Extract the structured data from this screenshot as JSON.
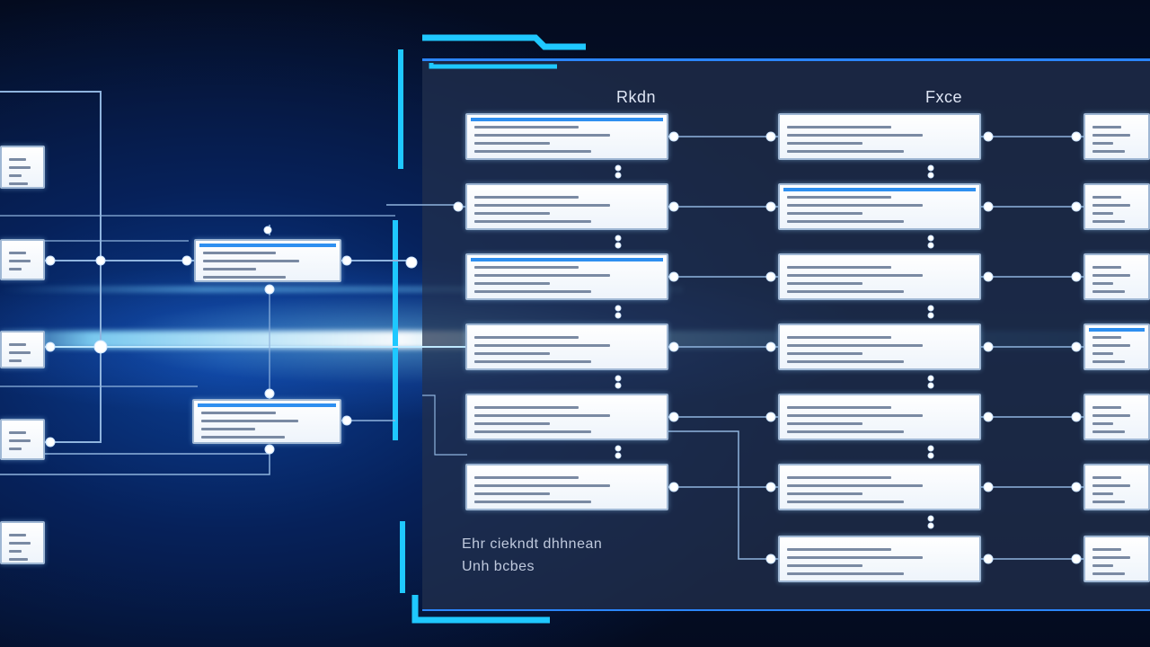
{
  "headers": {
    "col1": "Rkdn",
    "col2": "Fxce"
  },
  "footer": {
    "line1": "Ehr ciekndt dhhnean",
    "line2": "Unh bcbes"
  },
  "colors": {
    "accent": "#1fc8ff",
    "line": "#8fb4de",
    "node_bar": "#2e8ff0",
    "panel": "#23304e"
  }
}
